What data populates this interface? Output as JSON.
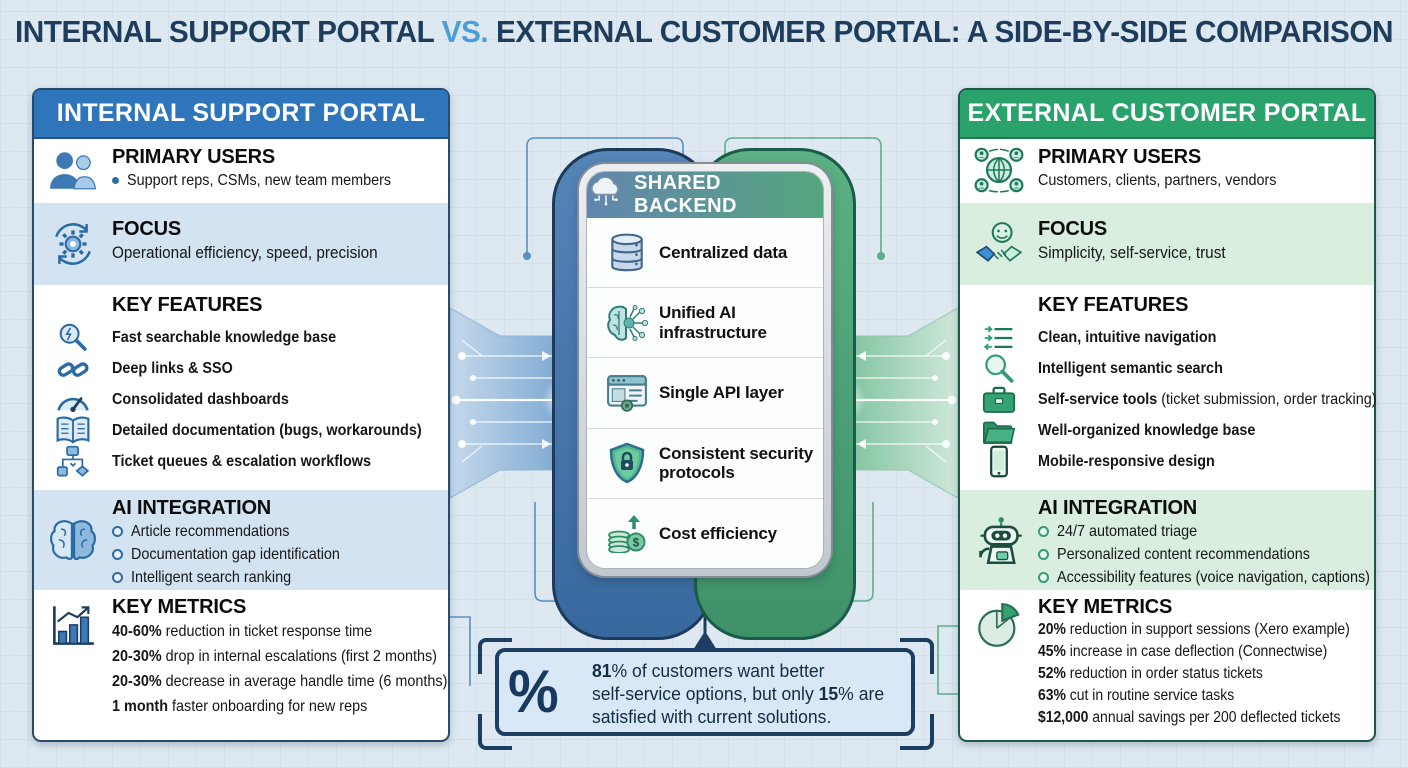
{
  "title": {
    "part1": "INTERNAL SUPPORT PORTAL",
    "vs": " VS. ",
    "part2": "EXTERNAL CUSTOMER PORTAL: A SIDE-BY-SIDE COMPARISON"
  },
  "left": {
    "header": "INTERNAL SUPPORT PORTAL",
    "users": {
      "title": "PRIMARY USERS",
      "bullet": "Support reps, CSMs, new team members"
    },
    "focus": {
      "title": "FOCUS",
      "desc": "Operational efficiency, speed, precision"
    },
    "features": {
      "title": "KEY FEATURES",
      "items": [
        {
          "lead": "Fast searchable knowledge base",
          "rest": ""
        },
        {
          "lead": "Deep links & SSO",
          "rest": ""
        },
        {
          "lead": "Consolidated dashboards",
          "rest": ""
        },
        {
          "lead": "Detailed documentation (bugs, workarounds)",
          "rest": ""
        },
        {
          "lead": "Ticket queues & escalation workflows",
          "rest": ""
        }
      ]
    },
    "ai": {
      "title": "AI INTEGRATION",
      "items": [
        "Article recommendations",
        "Documentation gap identification",
        "Intelligent search ranking"
      ]
    },
    "metrics": {
      "title": "KEY METRICS",
      "items": [
        {
          "lead": "40-60%",
          "rest": " reduction in ticket response time"
        },
        {
          "lead": "20-30%",
          "rest": " drop in internal escalations (first 2 months)"
        },
        {
          "lead": "20-30%",
          "rest": " decrease in average handle time (6 months)"
        },
        {
          "lead": "1 month",
          "rest": " faster onboarding for new reps"
        }
      ]
    }
  },
  "center": {
    "header": "SHARED BACKEND",
    "items": [
      "Centralized data",
      "Unified AI infrastructure",
      "Single API layer",
      "Consistent security protocols",
      "Cost efficiency"
    ]
  },
  "stat": {
    "symbol": "%",
    "l1b": "81",
    "l1t": "% of customers want better",
    "l2t": "self-service options, but only ",
    "l2b": "15",
    "l2t2": "% are",
    "l3t": "satisfied with current solutions."
  },
  "right": {
    "header": "EXTERNAL CUSTOMER PORTAL",
    "users": {
      "title": "PRIMARY USERS",
      "bullet": "Customers, clients, partners, vendors"
    },
    "focus": {
      "title": "FOCUS",
      "desc": "Simplicity, self-service, trust"
    },
    "features": {
      "title": "KEY FEATURES",
      "items": [
        {
          "lead": "Clean, intuitive navigation",
          "rest": ""
        },
        {
          "lead": "Intelligent semantic search",
          "rest": ""
        },
        {
          "lead": "Self-service tools",
          "rest": " (ticket submission, order tracking)"
        },
        {
          "lead": "Well-organized knowledge base",
          "rest": ""
        },
        {
          "lead": "Mobile-responsive design",
          "rest": ""
        }
      ]
    },
    "ai": {
      "title": "AI INTEGRATION",
      "items": [
        "24/7 automated triage",
        "Personalized content recommendations",
        "Accessibility features (voice navigation, captions)"
      ]
    },
    "metrics": {
      "title": "KEY METRICS",
      "items": [
        {
          "lead": "20%",
          "rest": " reduction in support sessions (Xero example)"
        },
        {
          "lead": "45%",
          "rest": " increase in case deflection (Connectwise)"
        },
        {
          "lead": "52%",
          "rest": " reduction in order status tickets"
        },
        {
          "lead": "63%",
          "rest": " cut in routine service tasks"
        },
        {
          "lead": "$12,000",
          "rest": " annual savings per 200 deflected tickets"
        }
      ]
    }
  },
  "colors": {
    "portal_blue": "#2e75bc",
    "portal_green": "#29a36b",
    "navy": "#1d3e63",
    "row_blue": "#d3e3f1",
    "row_green": "#daeee0",
    "vs_blue": "#4d9ed8"
  }
}
